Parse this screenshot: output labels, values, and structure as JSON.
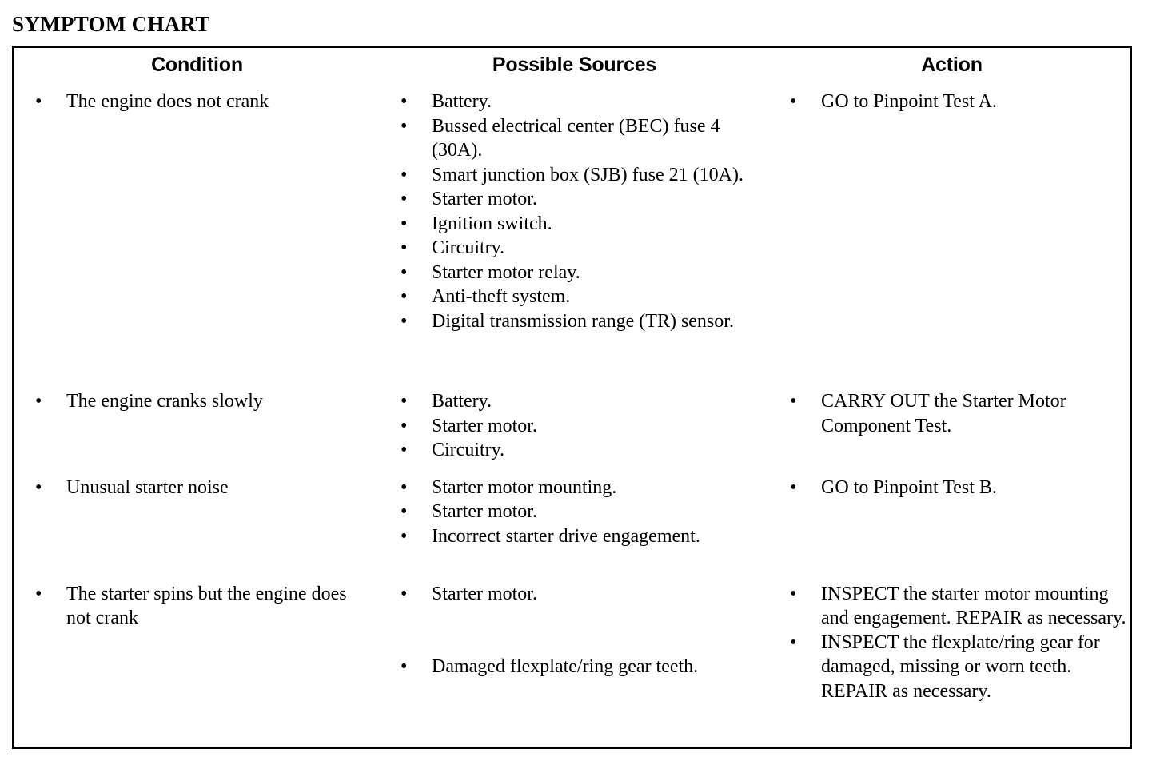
{
  "document": {
    "title": "SYMPTOM CHART"
  },
  "table": {
    "headers": [
      {
        "label": "Condition"
      },
      {
        "label": "Possible Sources"
      },
      {
        "label": "Action"
      }
    ],
    "rows": [
      {
        "condition": [
          "The engine does not crank"
        ],
        "possible_sources": [
          "Battery.",
          "Bussed electrical center (BEC) fuse 4 (30A).",
          "Smart junction box (SJB) fuse 21 (10A).",
          "Starter motor.",
          "Ignition switch.",
          "Circuitry.",
          "Starter motor relay.",
          "Anti-theft system.",
          "Digital transmission range (TR) sensor."
        ],
        "action": [
          "GO to Pinpoint Test A."
        ]
      },
      {
        "condition": [
          "The engine cranks slowly"
        ],
        "possible_sources": [
          "Battery.",
          "Starter motor.",
          "Circuitry."
        ],
        "action": [
          "CARRY OUT the Starter Motor Component Test."
        ]
      },
      {
        "condition": [
          "Unusual starter noise"
        ],
        "possible_sources": [
          "Starter motor mounting.",
          "Starter motor.",
          "Incorrect starter drive engagement."
        ],
        "action": [
          "GO to Pinpoint Test B."
        ]
      },
      {
        "condition": [
          "The starter spins but the engine does not crank"
        ],
        "possible_sources": [
          "Starter motor.",
          "Damaged flexplate/ring gear teeth."
        ],
        "action": [
          "INSPECT the starter motor mounting and engagement. REPAIR as necessary.",
          "INSPECT the flexplate/ring gear for damaged, missing or worn teeth. REPAIR as necessary."
        ]
      }
    ]
  },
  "bullet_glyph": "•"
}
